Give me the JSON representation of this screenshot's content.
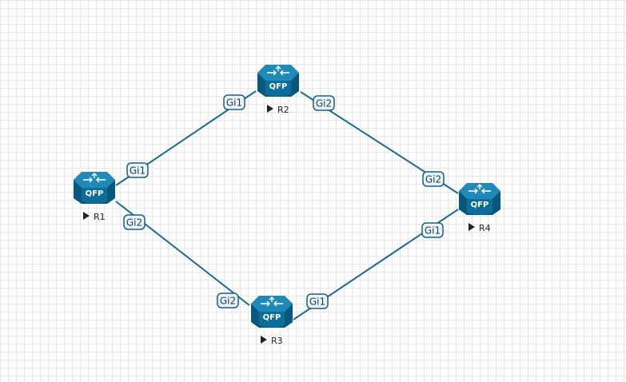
{
  "canvas": {
    "grid": true,
    "background": "#ffffff",
    "grid_color": "#e6e6e6"
  },
  "colors": {
    "link": "#1a6b8f",
    "router_front": "#0b6d9a",
    "router_side": "#08577c",
    "router_top": "#1f8ab8",
    "port_fill": "#eaf3f7",
    "port_border": "#1c5f80"
  },
  "nodes": [
    {
      "id": "R1",
      "label": "R1",
      "device_text": "QFP",
      "icon": "router-icon",
      "status_icon": "play-icon"
    },
    {
      "id": "R2",
      "label": "R2",
      "device_text": "QFP",
      "icon": "router-icon",
      "status_icon": "play-icon"
    },
    {
      "id": "R3",
      "label": "R3",
      "device_text": "QFP",
      "icon": "router-icon",
      "status_icon": "play-icon"
    },
    {
      "id": "R4",
      "label": "R4",
      "device_text": "QFP",
      "icon": "router-icon",
      "status_icon": "play-icon"
    }
  ],
  "links": [
    {
      "from": "R1",
      "from_port": "Gi1",
      "to": "R2",
      "to_port": "Gi1"
    },
    {
      "from": "R2",
      "from_port": "Gi2",
      "to": "R4",
      "to_port": "Gi2"
    },
    {
      "from": "R1",
      "from_port": "Gi2",
      "to": "R3",
      "to_port": "Gi2"
    },
    {
      "from": "R3",
      "from_port": "Gi1",
      "to": "R4",
      "to_port": "Gi1"
    }
  ]
}
